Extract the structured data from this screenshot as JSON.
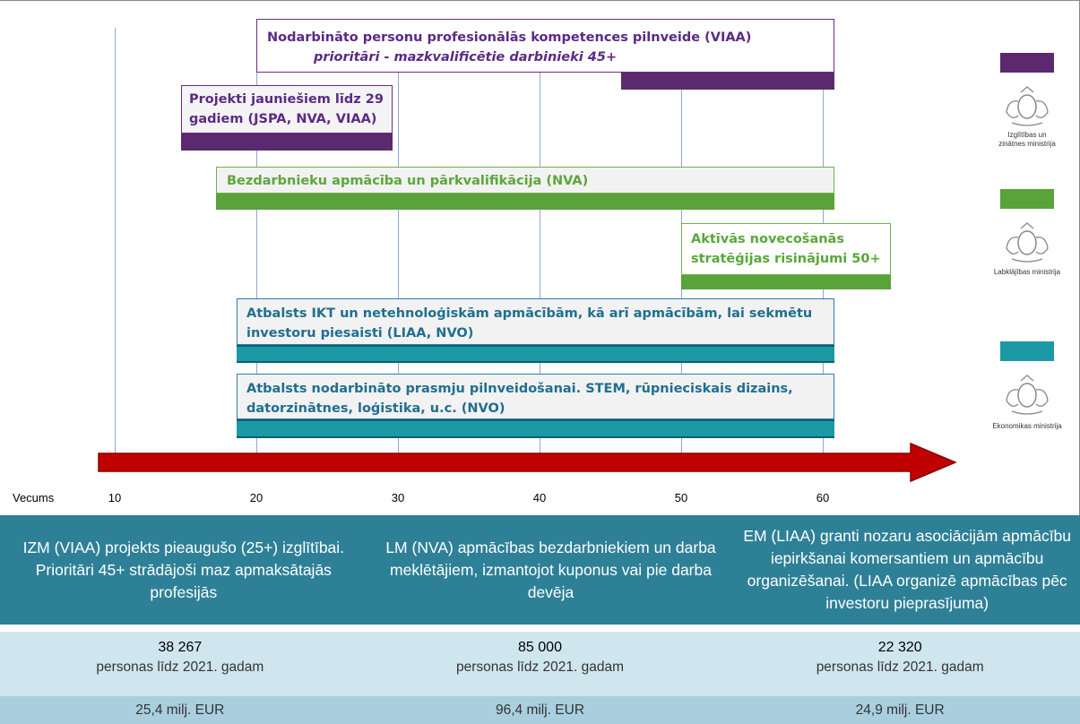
{
  "axis": {
    "label": "Vecums",
    "ticks": [
      "10",
      "20",
      "30",
      "40",
      "50",
      "60"
    ]
  },
  "programs_timeline": [
    {
      "id": "viaa",
      "line1": "Nodarbināto personu profesionālās kompetences pilnveide (VIAA)",
      "line2": "prioritāri - mazkvalificētie darbinieki 45+"
    },
    {
      "id": "jspa",
      "line1": "Projekti jauniešiem līdz 29",
      "line2": "gadiem (JSPA, NVA, VIAA)"
    },
    {
      "id": "nva",
      "line1": "Bezdarbnieku apmācība un pārkvalifikācija (NVA)"
    },
    {
      "id": "aging",
      "line1": "Aktīvās novecošanās",
      "line2": "stratēģijas risinājumi 50+"
    },
    {
      "id": "ikt",
      "line1": "Atbalsts IKT un netehnoloģiskām apmācībām, kā arī apmācībām, lai sekmētu",
      "line2": "investoru piesaisti (LIAA, NVO)"
    },
    {
      "id": "stem",
      "line1": "Atbalsts nodarbināto prasmju pilnveidošanai. STEM, rūpnieciskais dizains,",
      "line2": "datorzinātnes, loģistika, u.c. (NVO)"
    }
  ],
  "legend": [
    {
      "color": "#5b2a6e",
      "ministry": "Izglītības un zinātnes ministrija",
      "icon": "coat-of-arms-icon"
    },
    {
      "color": "#5aa23a",
      "ministry": "Labklājības ministrija",
      "icon": "coat-of-arms-icon"
    },
    {
      "color": "#1b9aa5",
      "ministry": "Ekonomikas ministrija",
      "icon": "coat-of-arms-icon"
    }
  ],
  "programs": [
    {
      "text": "IZM (VIAA) projekts pieaugušo (25+) izglītībai. Prioritāri 45+ strādājoši maz apmaksātajās profesijās",
      "count": "38 267",
      "count_label": "personas līdz 2021. gadam",
      "funding": "25,4 milj. EUR"
    },
    {
      "text": "LM (NVA) apmācības bezdarbniekiem un darba meklētājiem, izmantojot kuponus vai pie darba devēja",
      "count": "85 000",
      "count_label": "personas līdz 2021. gadam",
      "funding": "96,4 milj. EUR"
    },
    {
      "text": "EM (LIAA) granti nozaru asociācijām apmācību iepirkšanai komersantiem un apmācību organizēšanai. (LIAA organizē apmācības pēc  investoru pieprasījuma)",
      "count": "22 320",
      "count_label": "personas līdz 2021. gadam",
      "funding": "24,9 milj. EUR"
    }
  ],
  "colors": {
    "arrow": "#c00000",
    "arrow_border": "#8b0000",
    "programs_bg": "#2e8097"
  }
}
